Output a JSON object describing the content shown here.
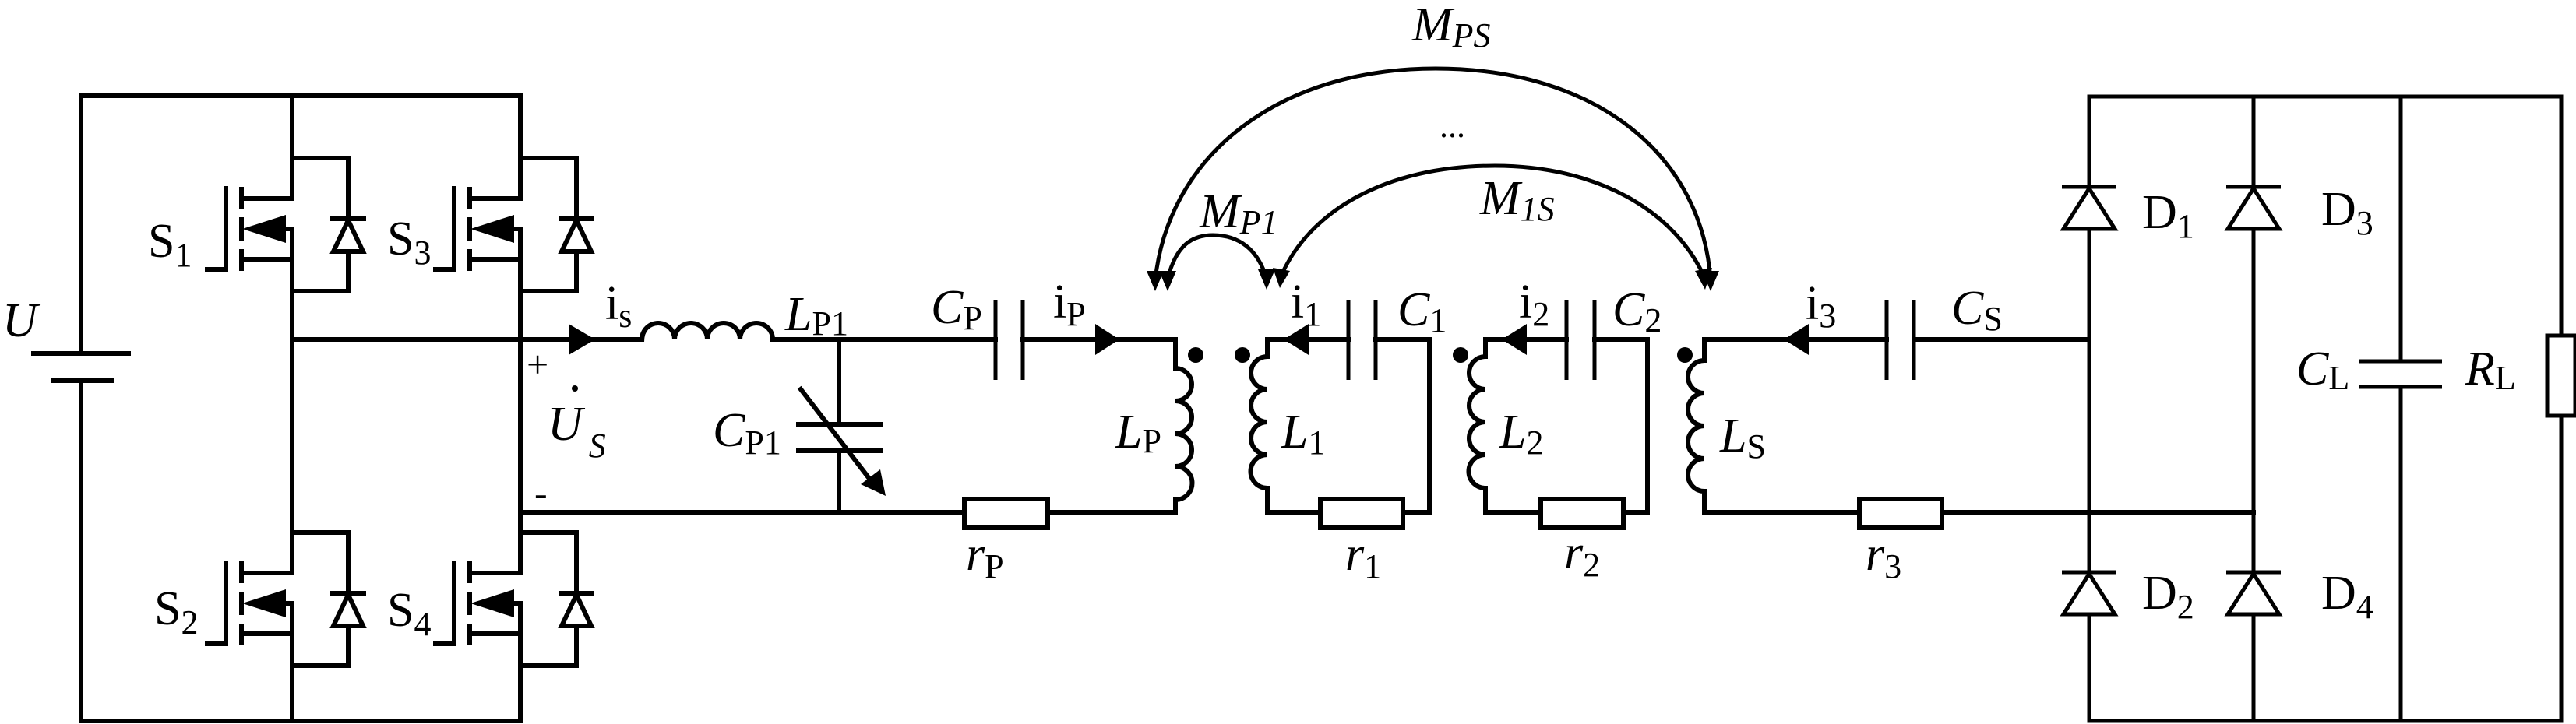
{
  "diagram": {
    "title": "Multi-relay wireless power transfer circuit with full-bridge inverter and rectifier",
    "source": {
      "symbol": "U",
      "voltage_label": "U",
      "voltage_label_dot": "U",
      "voltage_sub": "S",
      "plus": "+",
      "minus": "-"
    },
    "switches": [
      {
        "id": "S1",
        "main": "S",
        "sub": "1"
      },
      {
        "id": "S2",
        "main": "S",
        "sub": "2"
      },
      {
        "id": "S3",
        "main": "S",
        "sub": "3"
      },
      {
        "id": "S4",
        "main": "S",
        "sub": "4"
      }
    ],
    "currents": [
      {
        "id": "is",
        "main": "i",
        "sub": "s"
      },
      {
        "id": "iP",
        "main": "i",
        "sub": "P"
      },
      {
        "id": "i1",
        "main": "i",
        "sub": "1"
      },
      {
        "id": "i2",
        "main": "i",
        "sub": "2"
      },
      {
        "id": "i3",
        "main": "i",
        "sub": "3"
      }
    ],
    "inductors": [
      {
        "id": "LP1",
        "main": "L",
        "sub": "P1"
      },
      {
        "id": "LP",
        "main": "L",
        "sub": "P"
      },
      {
        "id": "L1",
        "main": "L",
        "sub": "1"
      },
      {
        "id": "L2",
        "main": "L",
        "sub": "2"
      },
      {
        "id": "LS",
        "main": "L",
        "sub": "S"
      }
    ],
    "capacitors": [
      {
        "id": "CP1",
        "main": "C",
        "sub": "P1",
        "variable": true
      },
      {
        "id": "CP",
        "main": "C",
        "sub": "P"
      },
      {
        "id": "C1",
        "main": "C",
        "sub": "1"
      },
      {
        "id": "C2",
        "main": "C",
        "sub": "2"
      },
      {
        "id": "CS",
        "main": "C",
        "sub": "S"
      },
      {
        "id": "CL",
        "main": "C",
        "sub": "L"
      }
    ],
    "resistors": [
      {
        "id": "rP",
        "main": "r",
        "sub": "P"
      },
      {
        "id": "r1",
        "main": "r",
        "sub": "1"
      },
      {
        "id": "r2",
        "main": "r",
        "sub": "2"
      },
      {
        "id": "r3",
        "main": "r",
        "sub": "3"
      },
      {
        "id": "RL",
        "main": "R",
        "sub": "L"
      }
    ],
    "diodes": [
      {
        "id": "D1",
        "main": "D",
        "sub": "1"
      },
      {
        "id": "D2",
        "main": "D",
        "sub": "2"
      },
      {
        "id": "D3",
        "main": "D",
        "sub": "3"
      },
      {
        "id": "D4",
        "main": "D",
        "sub": "4"
      }
    ],
    "mutual": [
      {
        "id": "MPS",
        "main": "M",
        "sub": "PS"
      },
      {
        "id": "MP1",
        "main": "M",
        "sub": "P1"
      },
      {
        "id": "M1S",
        "main": "M",
        "sub": "1S"
      }
    ],
    "ellipsis": "..."
  }
}
